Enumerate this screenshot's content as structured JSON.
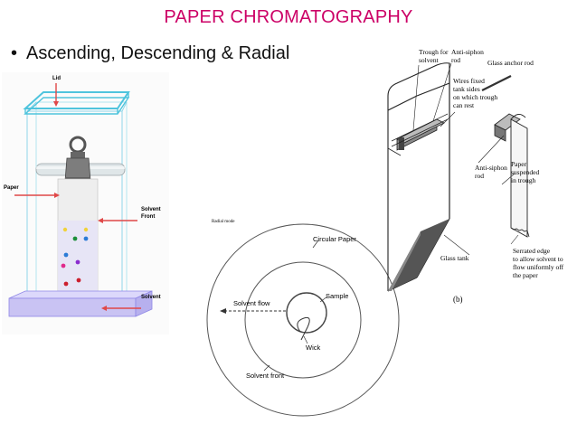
{
  "slide": {
    "title": "PAPER CHROMATOGRAPHY",
    "bullet": "Ascending, Descending & Radial",
    "title_color": "#cc0066"
  },
  "ascending": {
    "lid": "Lid",
    "paper": "Paper",
    "solvent_front_1": "Solvent",
    "solvent_front_2": "Front",
    "solvent": "Solvent",
    "arrow_color": "#e04848",
    "solvent_color": "#c9c3f3",
    "lid_color": "#4fc4dd"
  },
  "descending": {
    "trough": "Trough for",
    "solvent": "solvent",
    "anti_siphon_top": "Anti-siphon",
    "rod_top": "rod",
    "glass_anchor": "Glass anchor rod",
    "wires_1": "Wires fixed",
    "wires_2": "tank sides",
    "wires_3": "on which trough",
    "wires_4": "can rest",
    "anti_siphon_mid": "Anti-siphon",
    "rod_mid": "rod",
    "paper_1": "Paper",
    "paper_2": "suspended",
    "paper_3": "in trough",
    "glass_tank": "Glass tank",
    "serrated_1": "Serrated edge",
    "serrated_2": "to allow solvent to",
    "serrated_3": "flow uniformly off",
    "serrated_4": "the paper",
    "fig_label": "(b)"
  },
  "radial": {
    "mode": "Radial mode",
    "circular_paper": "Circular Paper",
    "solvent_flow": "Solvent flow",
    "sample": "Sample",
    "wick": "Wick",
    "solvent_front": "Solvent front"
  }
}
